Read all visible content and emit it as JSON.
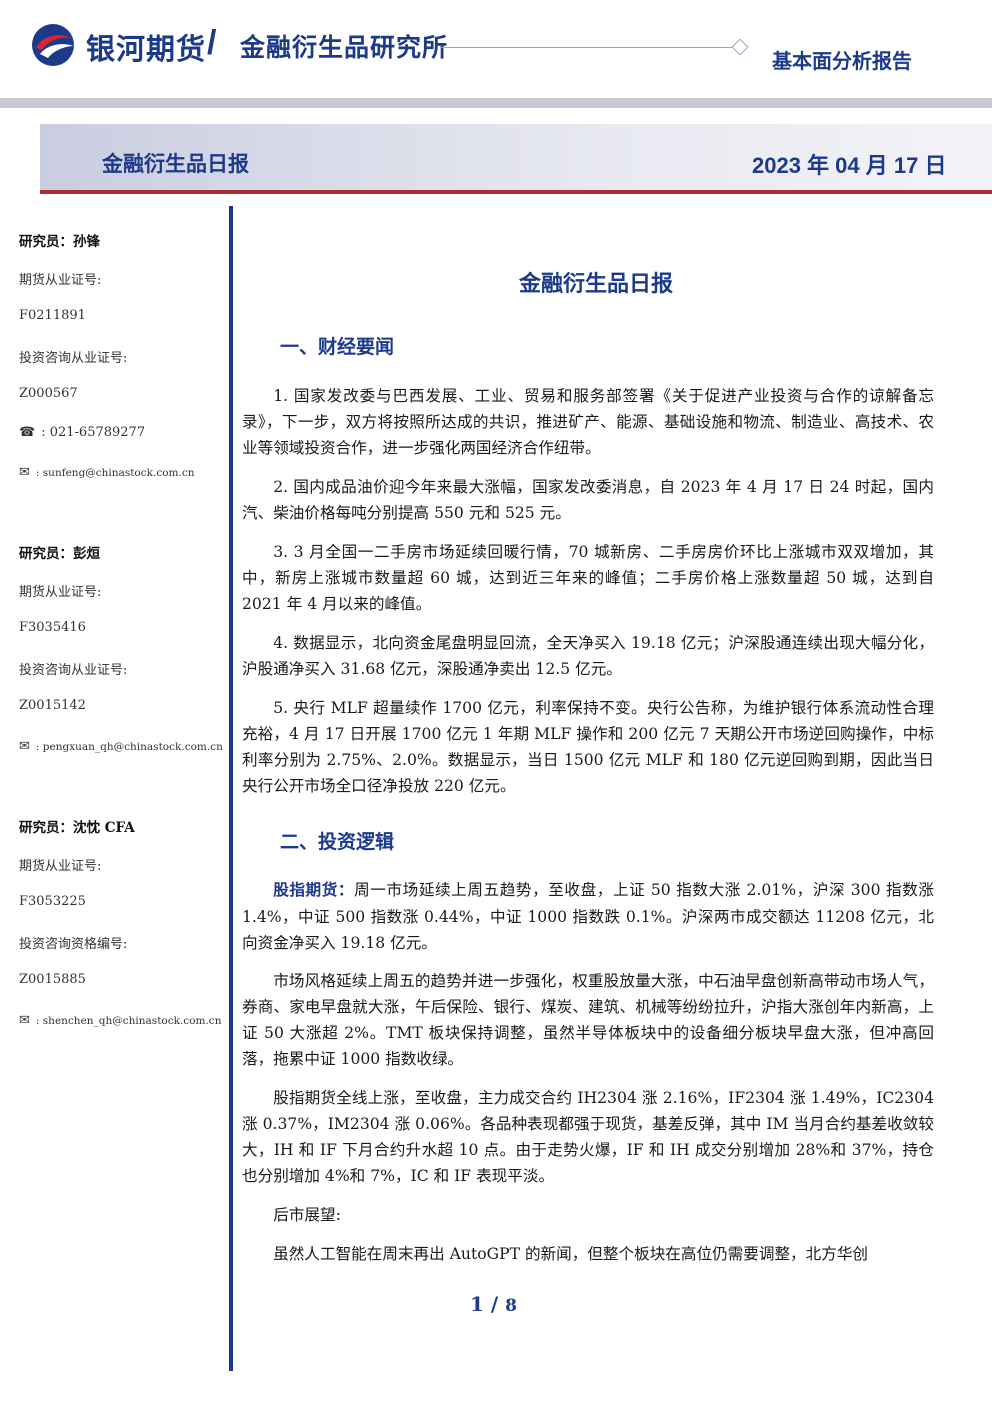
{
  "header": {
    "brand": "银河期货",
    "slash": "/",
    "institute": "金融衍生品研究所",
    "report_type": "基本面分析报告"
  },
  "banner": {
    "title": "金融衍生品日报",
    "date": "2023 年 04 月 17 日"
  },
  "colors": {
    "brand_blue": "#1d3a8a",
    "accent_red": "#b12a33"
  },
  "researchers": [
    {
      "name": "研究员：孙锋",
      "cert_label": "期货从业证号:",
      "cert_no": "F0211891",
      "consult_label": "投资咨询从业证号:",
      "consult_no": "Z000567",
      "phone_icon": "☎",
      "phone": "021-65789277",
      "email_icon": "✉",
      "email": "sunfeng@chinastock.com.cn"
    },
    {
      "name": "研究员：彭烜",
      "cert_label": "期货从业证号:",
      "cert_no": "F3035416",
      "consult_label": "投资咨询从业证号:",
      "consult_no": "Z0015142",
      "email_icon": "✉",
      "email": "pengxuan_qh@chinastock.com.cn"
    },
    {
      "name": "研究员：沈忱  CFA",
      "cert_label": "期货从业证号:",
      "cert_no": "F3053225",
      "consult_label": "投资咨询资格编号:",
      "consult_no": "Z0015885",
      "email_icon": "✉",
      "email": "shenchen_qh@chinastock.com.cn"
    }
  ],
  "main": {
    "title": "金融衍生品日报",
    "section1": "一、财经要闻",
    "news": [
      "1. 国家发改委与巴西发展、工业、贸易和服务部签署《关于促进产业投资与合作的谅解备忘录》，下一步，双方将按照所达成的共识，推进矿产、能源、基础设施和物流、制造业、高技术、农业等领域投资合作，进一步强化两国经济合作纽带。",
      "2. 国内成品油价迎今年来最大涨幅，国家发改委消息，自 2023 年 4 月 17 日 24 时起，国内汽、柴油价格每吨分别提高 550 元和 525 元。",
      "3. 3 月全国一二手房市场延续回暖行情，70 城新房、二手房房价环比上涨城市双双增加，其中，新房上涨城市数量超 60 城，达到近三年来的峰值；二手房价格上涨数量超 50 城，达到自 2021 年 4 月以来的峰值。",
      "4. 数据显示，北向资金尾盘明显回流，全天净买入 19.18 亿元；沪深股通连续出现大幅分化，沪股通净买入 31.68 亿元，深股通净卖出 12.5 亿元。",
      "5. 央行 MLF 超量续作 1700 亿元，利率保持不变。央行公告称，为维护银行体系流动性合理充裕，4 月 17 日开展 1700 亿元 1 年期 MLF 操作和 200 亿元 7 天期公开市场逆回购操作，中标利率分别为 2.75%、2.0%。数据显示，当日 1500 亿元 MLF 和 180 亿元逆回购到期，因此当日央行公开市场全口径净投放 220 亿元。"
    ],
    "section2": "二、投资逻辑",
    "logic_label": "股指期货：",
    "logic_1": "周一市场延续上周五趋势，至收盘，上证 50 指数大涨 2.01%，沪深 300 指数涨 1.4%，中证 500 指数涨 0.44%，中证 1000 指数跌 0.1%。沪深两市成交额达 11208 亿元，北向资金净买入 19.18 亿元。",
    "logic_2": "市场风格延续上周五的趋势并进一步强化，权重股放量大涨，中石油早盘创新高带动市场人气，券商、家电早盘就大涨，午后保险、银行、煤炭、建筑、机械等纷纷拉升，沪指大涨创年内新高，上证 50 大涨超 2%。TMT 板块保持调整，虽然半导体板块中的设备细分板块早盘大涨，但冲高回落，拖累中证 1000 指数收绿。",
    "logic_3": "股指期货全线上涨，至收盘，主力成交合约 IH2304 涨 2.16%，IF2304 涨 1.49%，IC2304 涨 0.37%，IM2304 涨 0.06%。各品种表现都强于现货，基差反弹，其中 IM 当月合约基差收敛较大，IH 和 IF 下月合约升水超 10 点。由于走势火爆，IF 和 IH 成交分别增加 28%和 37%，持仓也分别增加 4%和 7%，IC 和 IF 表现平淡。",
    "outlook_label": "后市展望:",
    "outlook_1": "虽然人工智能在周末再出 AutoGPT 的新闻，但整个板块在高位仍需要调整，北方华创"
  },
  "footer": {
    "page_current": "1",
    "page_sep": "/",
    "page_total": "8"
  }
}
